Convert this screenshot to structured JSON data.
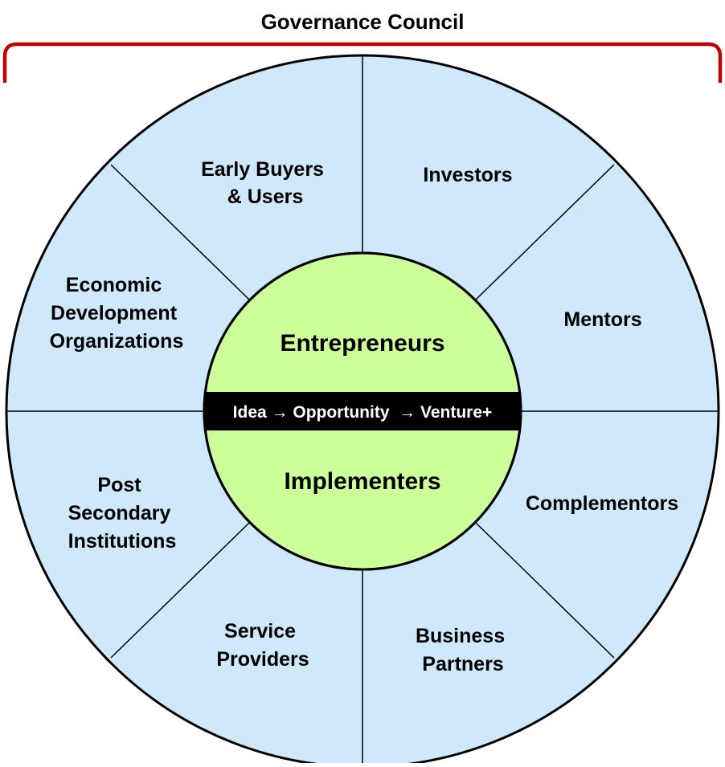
{
  "title": "Governance Council",
  "colors": {
    "ring_fill": "#cfe9fb",
    "core_fill": "#ccff99",
    "bracket": "#c00000",
    "band": "#000000"
  },
  "segments": [
    {
      "name": "early-buyers",
      "lines": [
        "Early Buyers",
        "& Users"
      ]
    },
    {
      "name": "investors",
      "lines": [
        "Investors"
      ]
    },
    {
      "name": "economic-dev",
      "lines": [
        "Economic",
        "Development",
        "Organizations"
      ]
    },
    {
      "name": "mentors",
      "lines": [
        "Mentors"
      ]
    },
    {
      "name": "post-secondary",
      "lines": [
        "Post",
        "Secondary",
        "Institutions"
      ]
    },
    {
      "name": "complementors",
      "lines": [
        "Complementors"
      ]
    },
    {
      "name": "service-providers",
      "lines": [
        "Service",
        "Providers"
      ]
    },
    {
      "name": "business-partners",
      "lines": [
        "Business",
        "Partners"
      ]
    }
  ],
  "core": {
    "top_label": "Entrepreneurs",
    "bottom_label": "Implementers",
    "flow_label": "Idea → Opportunity  → Venture+"
  }
}
